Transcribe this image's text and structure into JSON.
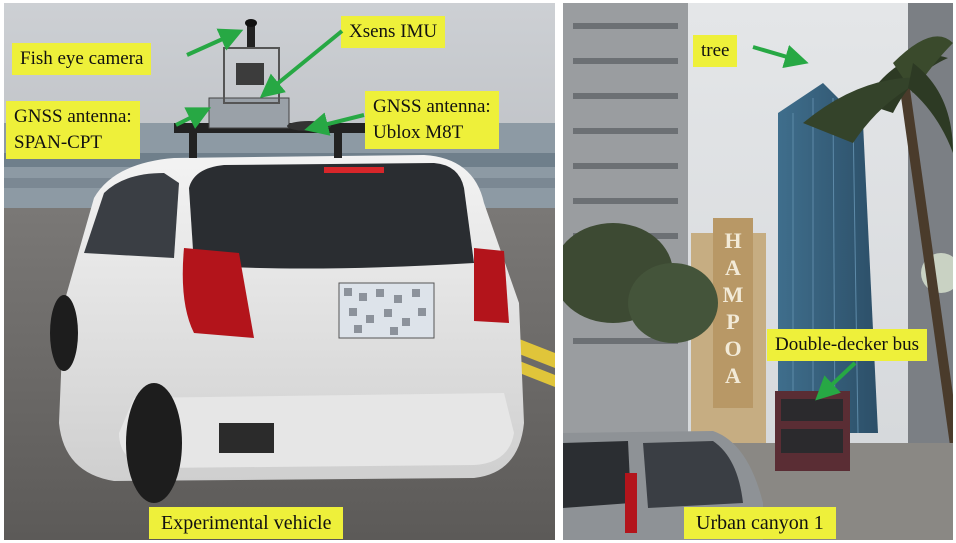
{
  "left_photo": {
    "labels": {
      "fisheye": "Fish eye camera",
      "imu": "Xsens IMU",
      "span_line1": "GNSS antenna:",
      "span_line2": "SPAN-CPT",
      "ublox_line1": "GNSS antenna:",
      "ublox_line2": "Ublox M8T",
      "caption": "Experimental  vehicle"
    }
  },
  "right_photo": {
    "labels": {
      "tree": "tree",
      "bus": "Double-decker bus",
      "caption": "Urban canyon 1"
    }
  },
  "colors": {
    "label_bg": "#eef03a",
    "arrow": "#27a844"
  }
}
